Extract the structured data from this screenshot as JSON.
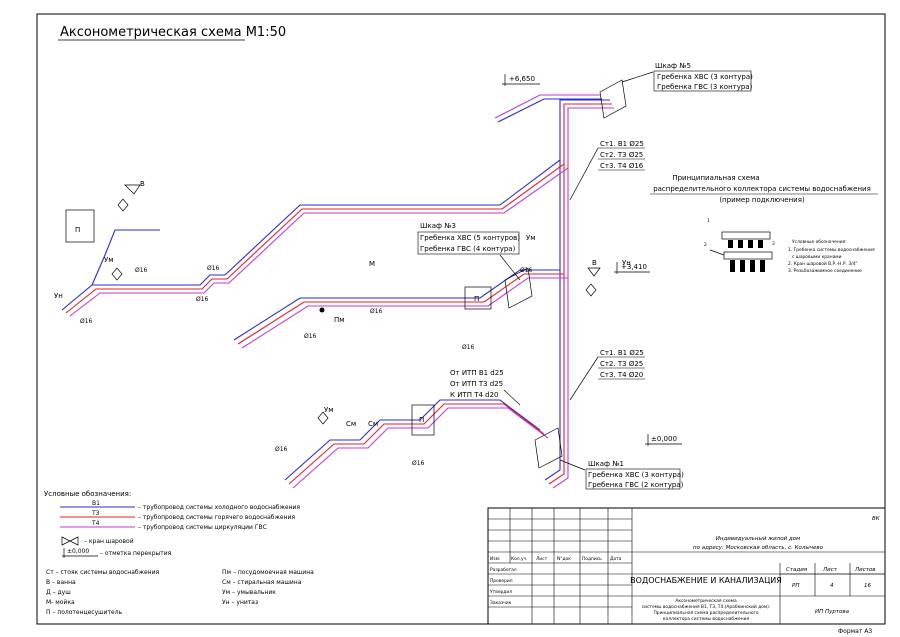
{
  "colors": {
    "cold": "#2a2ad0",
    "hot": "#e0202a",
    "recirc": "#c23ad6",
    "ink": "#000000"
  },
  "title": "Аксонометрическая схема М1:50",
  "levels": {
    "top": "+6,650",
    "mid": "+3,410",
    "zero": "±0,000"
  },
  "cabinets": {
    "c5": {
      "name": "Шкаф №5",
      "l1": "Гребенка ХВС (3 контура)",
      "l2": "Гребенка ГВС (3 контура)"
    },
    "c3": {
      "name": "Шкаф №3",
      "l1": "Гребенка ХВС (5 контуров)",
      "l2": "Гребенка ГВС (4 контура)"
    },
    "c1": {
      "name": "Шкаф №1",
      "l1": "Гребенка ХВС (3 контура)",
      "l2": "Гребенка ГВС (2 контура)"
    }
  },
  "risers_top": {
    "a": "Ст1. В1 Ø25",
    "b": "Ст2. Т3 Ø25",
    "c": "Ст3. Т4 Ø16"
  },
  "risers_bottom": {
    "a": "Ст1. В1 Ø25",
    "b": "Ст2. Т3 Ø25",
    "c": "Ст3. Т4 Ø20"
  },
  "itp": {
    "a": "От ИТП В1 d25",
    "b": "От ИТП Т3 d25",
    "c": "К ИТП Т4 d20"
  },
  "fixtures": {
    "bath": "В",
    "sink": "Ум",
    "toilet": "Ун",
    "dish": "Пм",
    "kitchen": "М",
    "wash": "См",
    "towel": "П"
  },
  "dims": {
    "d16": "Ø16"
  },
  "principal": {
    "title1": "Принципиальная схема",
    "title2": "распределительного коллектора системы водоснабжения",
    "title3": "(пример подключения)",
    "legend_head": "Условные обозначения:",
    "legend": [
      "1. Гребенка системы водоснабжения",
      "с шаровыми кранами",
      "2. Кран шаровой В.Р.-Н.Р. 3/4\"",
      "3. Резьбозажимное соединение"
    ],
    "nums": [
      "1",
      "2",
      "3"
    ]
  },
  "legend": {
    "head": "Условные обозначения:",
    "codes": [
      "В1",
      "Т3",
      "Т4"
    ],
    "lines": [
      "– трубопровод системы холодного водоснабжения",
      "– трубопровод системы горячего водоснабжения",
      "– трубопровод системы циркуляции ГВС"
    ],
    "valve": "– кран шаровой",
    "mark_sym": "±0,000",
    "mark": "– отметка перекрытия",
    "left": [
      "Ст – стояк системы водоснабжения",
      "В – ванна",
      "Д – душ",
      "М- мойка",
      "П – полотенцесушитель"
    ],
    "right": [
      "Пм – посудомоечная машина",
      "См – стиральная машина",
      "Ум – умывальник",
      "Ун – унитаз"
    ]
  },
  "title_block": {
    "code": "ВК",
    "obj1": "Индивидуальный жилой дом",
    "obj2": "по адресу: Московская область, с. Колычево",
    "headers": [
      "Изм.",
      "Кол.уч.",
      "Лист",
      "N°док",
      "Подпись",
      "Дата"
    ],
    "roles": [
      "Разработал",
      "Проверил",
      "Утвердил",
      "Заказчик"
    ],
    "section": "ВОДОСНАБЖЕНИЕ И КАНАЛИЗАЦИЯ",
    "stage_h": "Стадия",
    "sheet_h": "Лист",
    "sheets_h": "Листов",
    "stage": "РП",
    "sheet": "4",
    "sheets": "16",
    "desc": [
      "Аксонометрическая схема",
      "системы водоснабжения В1, Т3, Т4.(Арабкинский дом).",
      "Принципиальная схема распределительного",
      "коллектора системы водоснабжения"
    ],
    "org": "ИП Пуртова"
  },
  "format": "Формат А3"
}
